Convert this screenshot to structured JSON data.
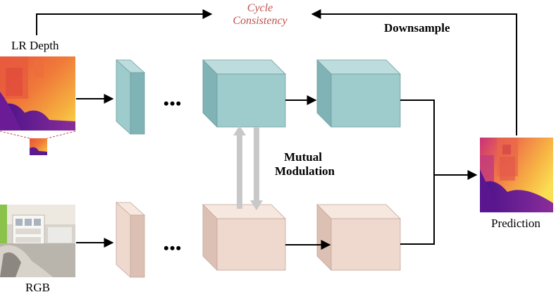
{
  "labels": {
    "lr_depth": "LR Depth",
    "rgb": "RGB",
    "prediction": "Prediction",
    "cycle_line1": "Cycle",
    "cycle_line2": "Consistency",
    "downsample": "Downsample",
    "mutual_line1": "Mutual",
    "mutual_line2": "Modulation",
    "ellipsis": "•••"
  },
  "colors": {
    "depth_feature_front": "#9ecbcc",
    "depth_feature_top": "#bcdcdd",
    "depth_feature_side": "#7fb3b5",
    "rgb_feature_front": "#efd9cf",
    "rgb_feature_top": "#f6e7df",
    "rgb_feature_side": "#dcc0b3",
    "modulation_arrow": "#c8c8c8",
    "cycle_text": "#c0504d",
    "depth_map_purple": "#5b1a8f",
    "depth_map_orange": "#f07a3a",
    "depth_map_yellow": "#f7d23e"
  }
}
